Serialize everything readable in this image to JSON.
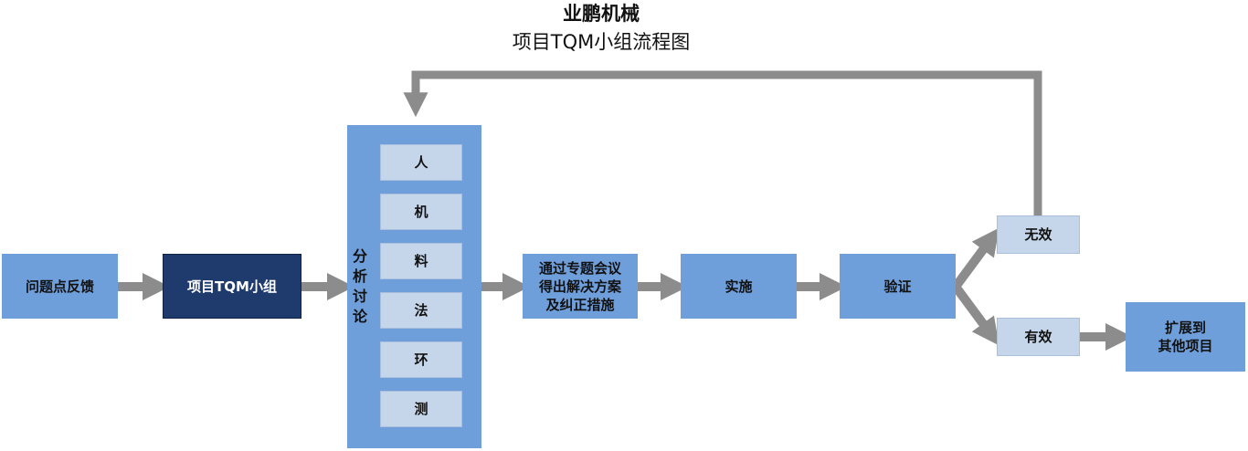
{
  "title": "业鹏机械",
  "subtitle": "项目TQM小组流程图",
  "nodes": {
    "feedback": "问题点反馈",
    "team": "项目TQM小组",
    "analysis": [
      "分",
      "析",
      "讨",
      "论"
    ],
    "factors": [
      "人",
      "机",
      "料",
      "法",
      "环",
      "测"
    ],
    "meeting": [
      "通过专题会议",
      "得出解决方案",
      "及纠正措施"
    ],
    "implement": "实施",
    "verify": "验证",
    "invalid": "无效",
    "valid": "有效",
    "extend": [
      "扩展到",
      "其他项目"
    ]
  },
  "colors": {
    "box_blue": "#6f9fdb",
    "box_dark": "#1f3b6e",
    "box_light": "#c6d6ea",
    "arrow_gray": "#8c8c8c"
  }
}
